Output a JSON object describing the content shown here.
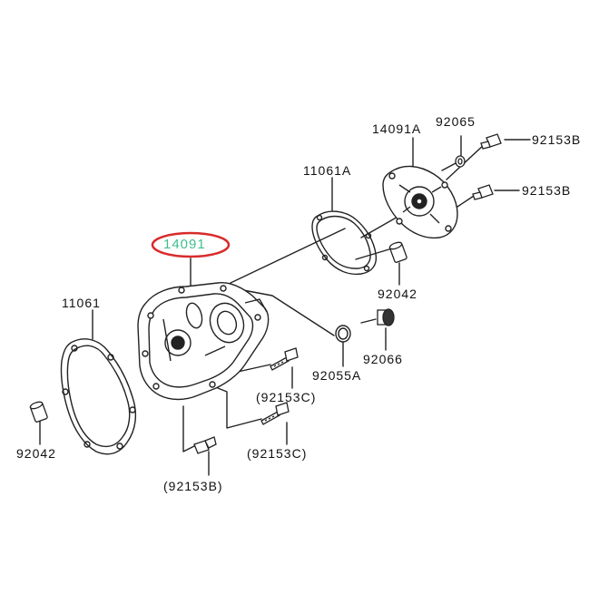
{
  "diagram": {
    "highlight_color": "#3fbf8c",
    "highlight_ring_color": "#d92b2b",
    "labels": {
      "main_cover": "14091",
      "cover_a": "14091A",
      "gasket_a": "11061A",
      "gasket": "11061",
      "bolt_b_top": "92153B",
      "bolt_b_mid": "92153B",
      "washer": "92065",
      "dowel_right": "92042",
      "dowel_left": "92042",
      "plug": "92066",
      "oring": "92055A",
      "bolt_c_upper": "(92153C)",
      "bolt_c_lower": "(92153C)",
      "bolt_b_bottom": "(92153B)"
    }
  }
}
